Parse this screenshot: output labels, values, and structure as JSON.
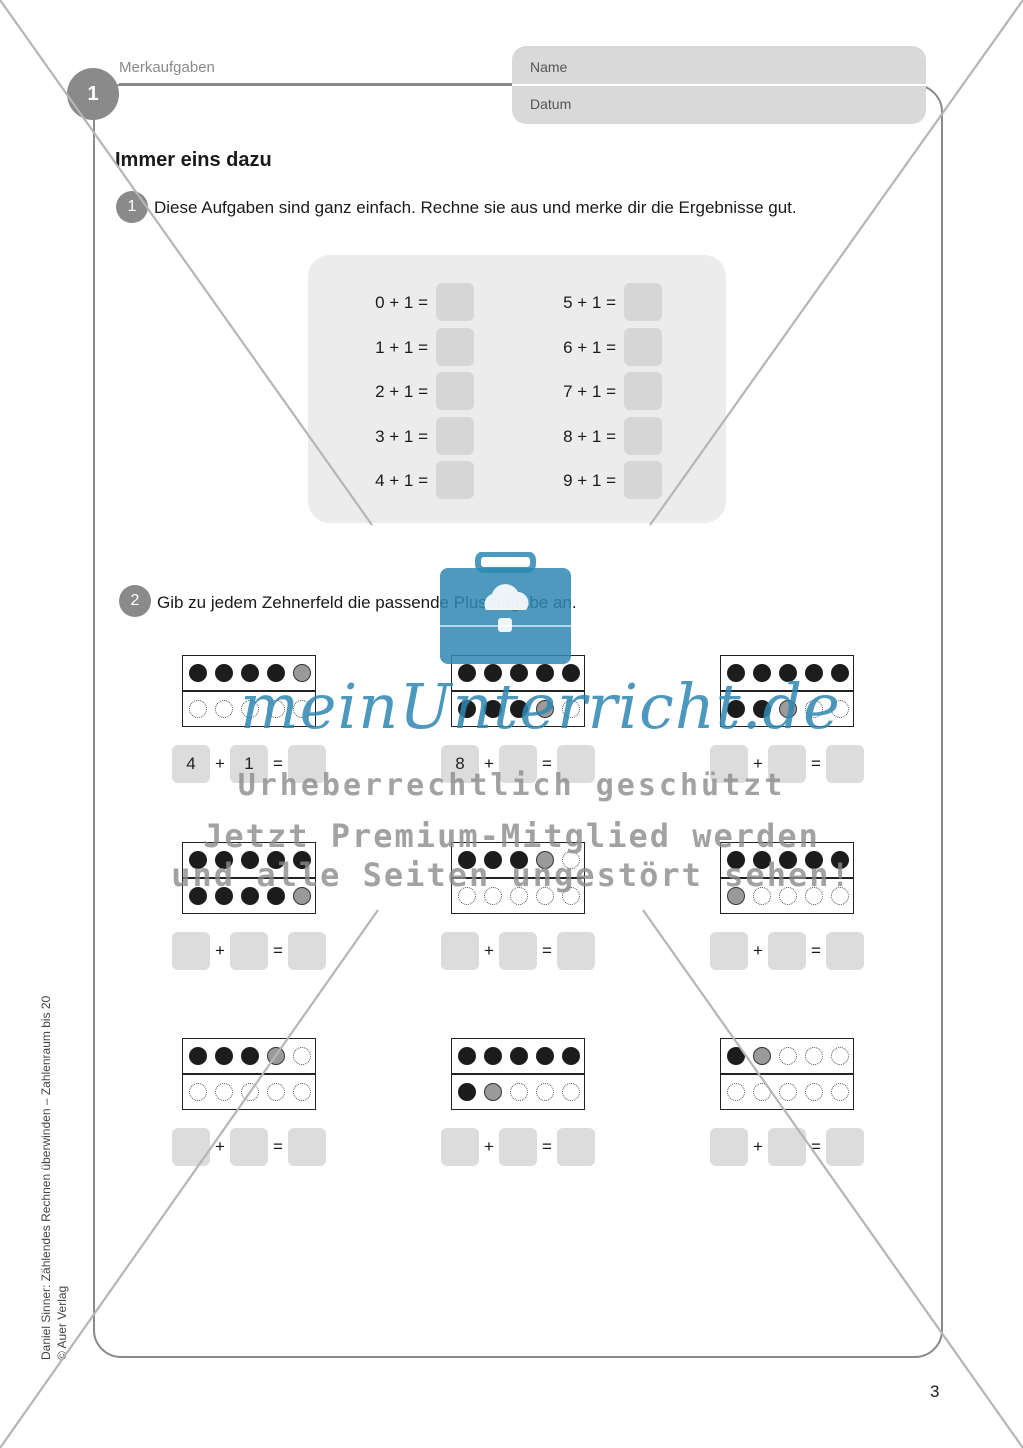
{
  "header": {
    "section_label": "Merkaufgaben",
    "sheet_number": "1",
    "name_label": "Name",
    "date_label": "Datum"
  },
  "title": "Immer eins dazu",
  "task1": {
    "number": "1",
    "text": "Diese Aufgaben sind ganz einfach. Rechne sie aus und merke dir die Ergebnisse gut.",
    "left_equations": [
      "0 + 1 =",
      "1 + 1 =",
      "2 + 1 =",
      "3 + 1 =",
      "4 + 1 ="
    ],
    "right_equations": [
      "5 + 1 =",
      "6 + 1 =",
      "7 + 1 =",
      "8 + 1 =",
      "9 + 1 ="
    ]
  },
  "task2": {
    "number": "2",
    "text": "Gib zu jedem Zehnerfeld die passende Plusaufgabe an.",
    "plus": "+",
    "equals": "=",
    "frames": [
      {
        "top": [
          "full",
          "full",
          "full",
          "full",
          "gray"
        ],
        "bottom": [
          "empty",
          "empty",
          "empty",
          "empty",
          "empty"
        ],
        "a": "4",
        "b": "1",
        "c": ""
      },
      {
        "top": [
          "full",
          "full",
          "full",
          "full",
          "full"
        ],
        "bottom": [
          "full",
          "full",
          "full",
          "gray",
          "empty"
        ],
        "a": "8",
        "b": "",
        "c": ""
      },
      {
        "top": [
          "full",
          "full",
          "full",
          "full",
          "full"
        ],
        "bottom": [
          "full",
          "full",
          "gray",
          "empty",
          "empty"
        ],
        "a": "",
        "b": "",
        "c": ""
      },
      {
        "top": [
          "full",
          "full",
          "full",
          "full",
          "full"
        ],
        "bottom": [
          "full",
          "full",
          "full",
          "full",
          "gray"
        ],
        "a": "",
        "b": "",
        "c": ""
      },
      {
        "top": [
          "full",
          "full",
          "full",
          "gray",
          "empty"
        ],
        "bottom": [
          "empty",
          "empty",
          "empty",
          "empty",
          "empty"
        ],
        "a": "",
        "b": "",
        "c": ""
      },
      {
        "top": [
          "full",
          "full",
          "full",
          "full",
          "full"
        ],
        "bottom": [
          "gray",
          "empty",
          "empty",
          "empty",
          "empty"
        ],
        "a": "",
        "b": "",
        "c": ""
      },
      {
        "top": [
          "full",
          "full",
          "full",
          "gray",
          "empty"
        ],
        "bottom": [
          "empty",
          "empty",
          "empty",
          "empty",
          "empty"
        ],
        "a": "",
        "b": "",
        "c": ""
      },
      {
        "top": [
          "full",
          "full",
          "full",
          "full",
          "full"
        ],
        "bottom": [
          "full",
          "gray",
          "empty",
          "empty",
          "empty"
        ],
        "a": "",
        "b": "",
        "c": ""
      },
      {
        "top": [
          "full",
          "gray",
          "empty",
          "empty",
          "empty"
        ],
        "bottom": [
          "empty",
          "empty",
          "empty",
          "empty",
          "empty"
        ],
        "a": "",
        "b": "",
        "c": ""
      }
    ]
  },
  "footer": {
    "side_line1": "Daniel Sinner: Zählendes Rechnen überwinden – Zahlenraum bis 20",
    "side_line2": "© Auer Verlag",
    "page_number": "3"
  },
  "watermark": {
    "logo": "meinUnterricht.de",
    "line1": "Urheberrechtlich geschützt",
    "line2": "Jetzt Premium-Mitglied werden",
    "line3": "und alle Seiten ungestört sehen!"
  },
  "colors": {
    "frame_gray": "#8a8a8a",
    "box_gray": "#d6d6d6",
    "watermark_blue": "#2f88b3"
  }
}
